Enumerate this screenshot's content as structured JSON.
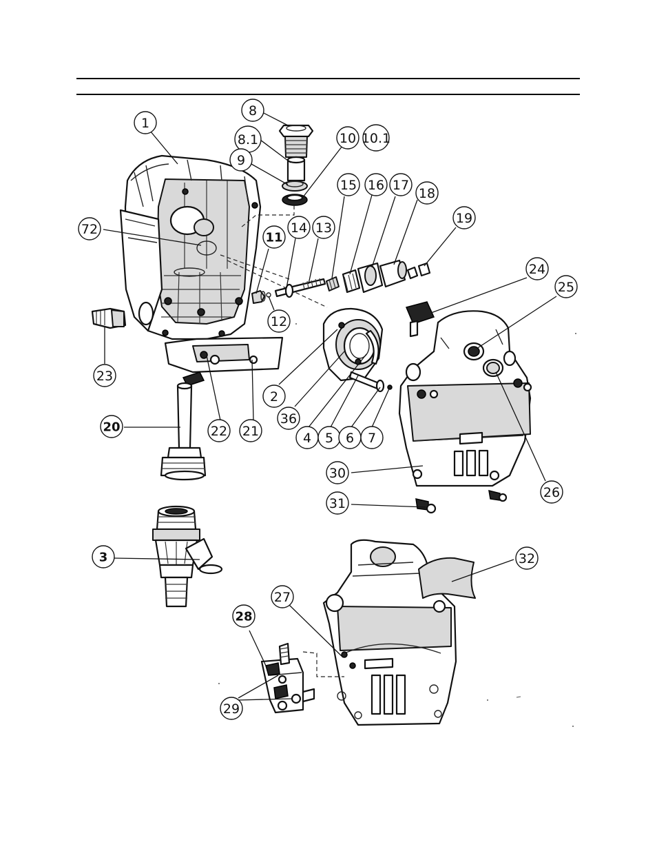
{
  "callouts": [
    {
      "id": "c1",
      "label": "1",
      "bold": false
    },
    {
      "id": "c8",
      "label": "8",
      "bold": false
    },
    {
      "id": "c81",
      "label": "8.1",
      "bold": false
    },
    {
      "id": "c9",
      "label": "9",
      "bold": false
    },
    {
      "id": "c10",
      "label": "10",
      "bold": false
    },
    {
      "id": "c101",
      "label": "10.1",
      "bold": false
    },
    {
      "id": "c15",
      "label": "15",
      "bold": false
    },
    {
      "id": "c16",
      "label": "16",
      "bold": false
    },
    {
      "id": "c17",
      "label": "17",
      "bold": false
    },
    {
      "id": "c18",
      "label": "18",
      "bold": false
    },
    {
      "id": "c19",
      "label": "19",
      "bold": false
    },
    {
      "id": "c72",
      "label": "72",
      "bold": false
    },
    {
      "id": "c11",
      "label": "11",
      "bold": true
    },
    {
      "id": "c14",
      "label": "14",
      "bold": false
    },
    {
      "id": "c13",
      "label": "13",
      "bold": false
    },
    {
      "id": "c24",
      "label": "24",
      "bold": false
    },
    {
      "id": "c25",
      "label": "25",
      "bold": false
    },
    {
      "id": "c12",
      "label": "12",
      "bold": false
    },
    {
      "id": "c23",
      "label": "23",
      "bold": false
    },
    {
      "id": "c2",
      "label": "2",
      "bold": false
    },
    {
      "id": "c20",
      "label": "20",
      "bold": true
    },
    {
      "id": "c22",
      "label": "22",
      "bold": false
    },
    {
      "id": "c21",
      "label": "21",
      "bold": false
    },
    {
      "id": "c36",
      "label": "36",
      "bold": false
    },
    {
      "id": "c4",
      "label": "4",
      "bold": false
    },
    {
      "id": "c5",
      "label": "5",
      "bold": false
    },
    {
      "id": "c6",
      "label": "6",
      "bold": false
    },
    {
      "id": "c7",
      "label": "7",
      "bold": false
    },
    {
      "id": "c30",
      "label": "30",
      "bold": false
    },
    {
      "id": "c26",
      "label": "26",
      "bold": false
    },
    {
      "id": "c31",
      "label": "31",
      "bold": false
    },
    {
      "id": "c3",
      "label": "3",
      "bold": true
    },
    {
      "id": "c32",
      "label": "32",
      "bold": false
    },
    {
      "id": "c27",
      "label": "27",
      "bold": false
    },
    {
      "id": "c28",
      "label": "28",
      "bold": true
    },
    {
      "id": "c29",
      "label": "29",
      "bold": false
    }
  ]
}
